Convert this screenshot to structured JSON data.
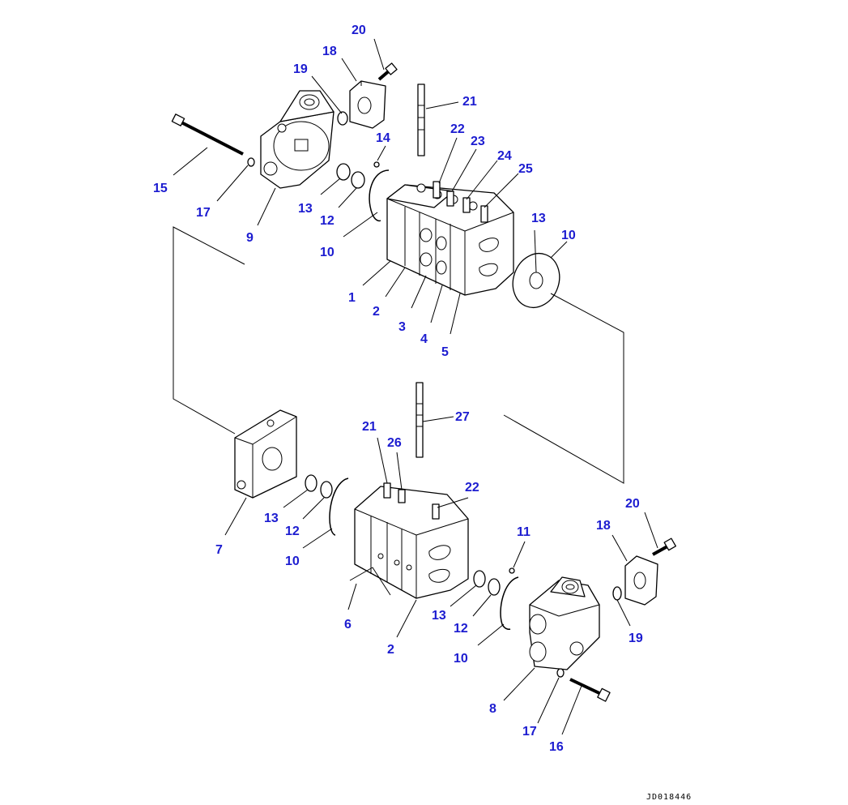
{
  "drawing_code": "JD018446",
  "callouts": [
    "20",
    "18",
    "19",
    "21",
    "22",
    "23",
    "24",
    "25",
    "14",
    "15",
    "17",
    "9",
    "13",
    "12",
    "10",
    "1",
    "2",
    "3",
    "4",
    "5",
    "13",
    "10",
    "27",
    "21",
    "26",
    "22",
    "7",
    "13",
    "12",
    "10",
    "6",
    "2",
    "11",
    "20",
    "18",
    "19",
    "13",
    "12",
    "10",
    "8",
    "17",
    "16"
  ]
}
